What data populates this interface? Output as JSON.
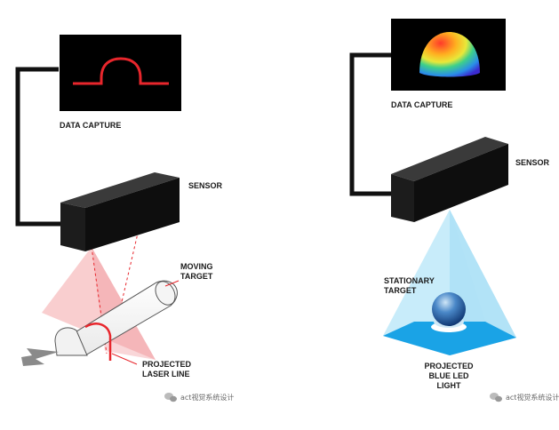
{
  "left_panel": {
    "capture_label": "DATA CAPTURE",
    "sensor_label": "SENSOR",
    "target_label": [
      "MOVING",
      "TARGET"
    ],
    "projection_label": [
      "PROJECTED",
      "LASER LINE"
    ],
    "colors": {
      "laser": "#e8262c",
      "laser_fan": "#f4a6a8",
      "sensor": "#111111"
    }
  },
  "right_panel": {
    "capture_label": "DATA CAPTURE",
    "sensor_label": "SENSOR",
    "target_label": [
      "STATIONARY",
      "TARGET"
    ],
    "projection_label": [
      "PROJECTED",
      "BLUE LED",
      "LIGHT"
    ],
    "colors": {
      "led_light": "#5bc8f0",
      "floor": "#1aa3e6",
      "sensor": "#111111"
    }
  },
  "watermarks": [
    {
      "text": "act视觉系统设计",
      "icon": "wechat-icon"
    },
    {
      "text": "act视觉系统设计",
      "icon": "wechat-icon"
    }
  ]
}
